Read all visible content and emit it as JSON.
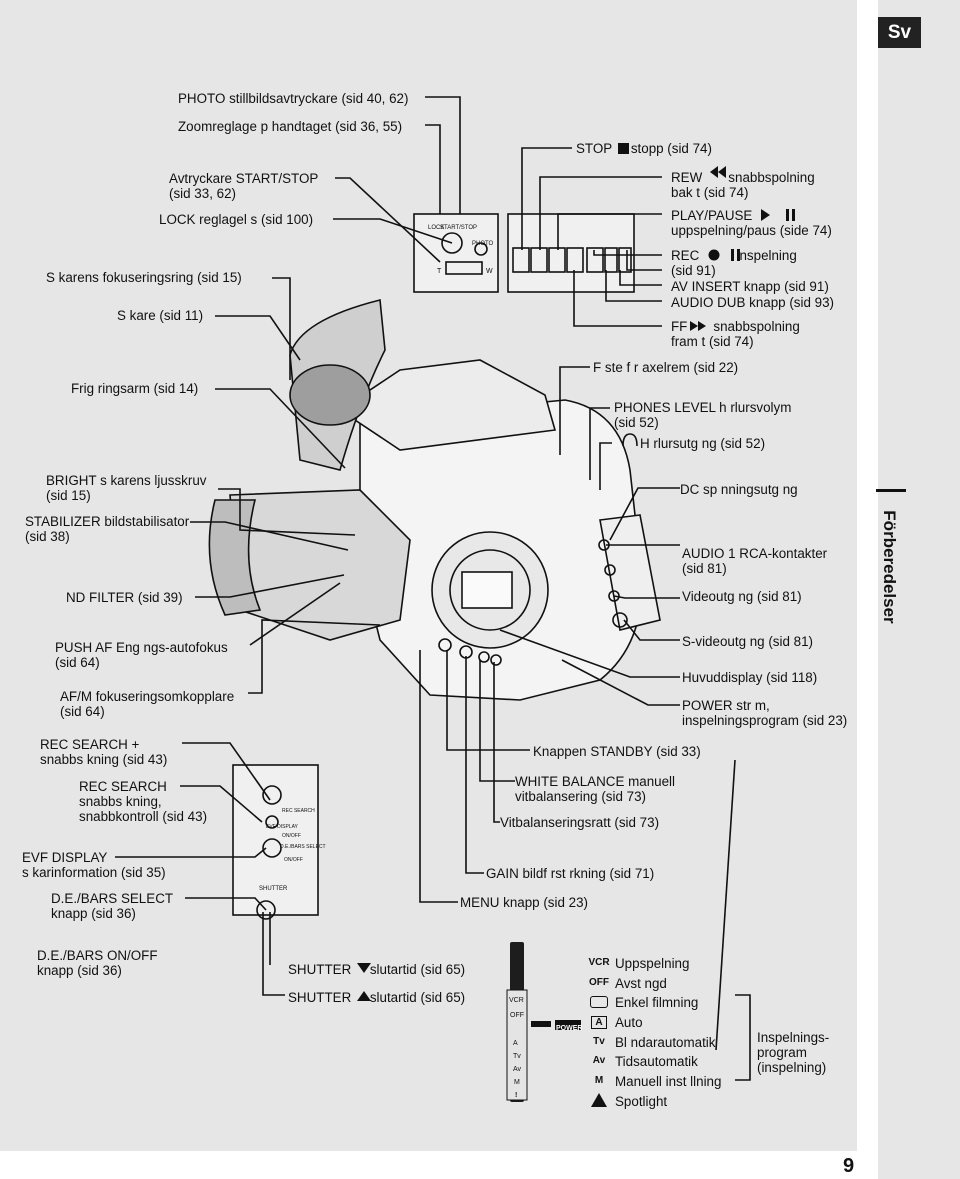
{
  "header": {
    "lang_tab": "Sv",
    "section": "Förberedelser",
    "page": "9"
  },
  "labels": {
    "photo": "PHOTO stillbildsavtryckare (sid 40, 62)",
    "zoom": "Zoomreglage p handtaget (sid 36, 55)",
    "start_stop_1": "Avtryckare START/STOP",
    "start_stop_2": "(sid 33, 62)",
    "lock": "LOCK reglagel s (sid 100)",
    "focus_ring": "S karens fokuseringsring (sid 15)",
    "viewfinder": "S kare (sid 11)",
    "release_arm": "Frig ringsarm (sid 14)",
    "bright_1": "BRIGHT s karens ljusskruv",
    "bright_2": "(sid 15)",
    "stabilizer_1": "STABILIZER bildstabilisator",
    "stabilizer_2": "(sid 38)",
    "nd_filter": "ND FILTER (sid 39)",
    "push_af_1": "PUSH AF Eng ngs-autofokus",
    "push_af_2": "(sid 64)",
    "afm_1": "AF/M fokuseringsomkopplare",
    "afm_2": "(sid 64)",
    "rec_search_plus_1": "REC SEARCH +",
    "rec_search_plus_2": "snabbs kning (sid 43)",
    "rec_search_1": "REC SEARCH",
    "rec_search_2": "snabbs kning,",
    "rec_search_3": "snabbkontroll (sid 43)",
    "evf_1": "EVF DISPLAY",
    "evf_2": "s karinformation (sid 35)",
    "de_bars_select_1": "D.E./BARS SELECT",
    "de_bars_select_2": "knapp (sid 36)",
    "de_bars_onoff_1": "D.E./BARS ON/OFF",
    "de_bars_onoff_2": "knapp (sid 36)",
    "shutter_down": "SHUTTER",
    "shutter_down_tail": "slutartid (sid 65)",
    "shutter_up": "SHUTTER",
    "shutter_up_tail": "slutartid (sid 65)",
    "stop": "STOP",
    "stop_tail": "stopp (sid 74)",
    "rew_1": "REW",
    "rew_1_tail": "snabbspolning",
    "rew_2": "bak t (sid 74)",
    "play_1": "PLAY/PAUSE",
    "play_2": "uppspelning/paus (side 74)",
    "rec_1": "REC",
    "rec_1_tail": "inspelning",
    "rec_2": "(sid 91)",
    "av_insert": "AV INSERT knapp (sid 91)",
    "audio_dub": "AUDIO DUB knapp (sid 93)",
    "ff_1": "FF",
    "ff_1_tail": "snabbspolning",
    "ff_2": "fram t (sid 74)",
    "strap": "F ste f r axelrem (sid 22)",
    "phones_level_1": "PHONES LEVEL h rlursvolym",
    "phones_level_2": "(sid 52)",
    "headphone": "H rlursutg ng (sid 52)",
    "dc": "DC sp nningsutg ng",
    "audio1_1": "AUDIO 1 RCA-kontakter",
    "audio1_2": "(sid 81)",
    "video_out": "Videoutg ng (sid 81)",
    "s_video": "S-videoutg ng (sid 81)",
    "main_display": "Huvuddisplay (sid 118)",
    "power_1": "POWER str m,",
    "power_2": "inspelningsprogram (sid 23)",
    "standby": "Knappen STANDBY (sid 33)",
    "wb_1": "WHITE BALANCE manuell",
    "wb_2": "vitbalansering (sid 73)",
    "wb_dial": "Vitbalanseringsratt (sid 73)",
    "gain": "GAIN bildf rst rkning (sid 71)",
    "menu": "MENU knapp (sid 23)"
  },
  "camera_text": {
    "lock": "LOCK",
    "start_stop": "START/STOP",
    "photo": "PHOTO",
    "t": "T",
    "w": "W",
    "rec_search_small": "REC SEARCH",
    "evf_display_small": "EVF DISPLAY",
    "on_off_small": "ON/OFF",
    "de_bars_select_small": "D.E./BARS SELECT",
    "de_on_off_small": "ON/OFF",
    "shutter_small": "SHUTTER",
    "power_badge": "POWER"
  },
  "power_dial": {
    "codes": [
      "VCR",
      "OFF",
      "A",
      "Tv",
      "Av",
      "M",
      "!"
    ],
    "modes": [
      {
        "code": "VCR",
        "label": "Uppspelning"
      },
      {
        "code": "OFF",
        "label": "Avst ngd"
      },
      {
        "code": "",
        "label": "Enkel filmning"
      },
      {
        "code": "A",
        "label": "Auto"
      },
      {
        "code": "Tv",
        "label": "Bl ndarautomatik"
      },
      {
        "code": "Av",
        "label": "Tidsautomatik"
      },
      {
        "code": "M",
        "label": "Manuell inst llning"
      },
      {
        "code": "",
        "label": "Spotlight"
      }
    ],
    "program_1": "Inspelnings-",
    "program_2": "program",
    "program_3": "(inspelning)"
  },
  "colors": {
    "panel": "#e6e6e6",
    "ink": "#111111",
    "tab": "#222222"
  }
}
